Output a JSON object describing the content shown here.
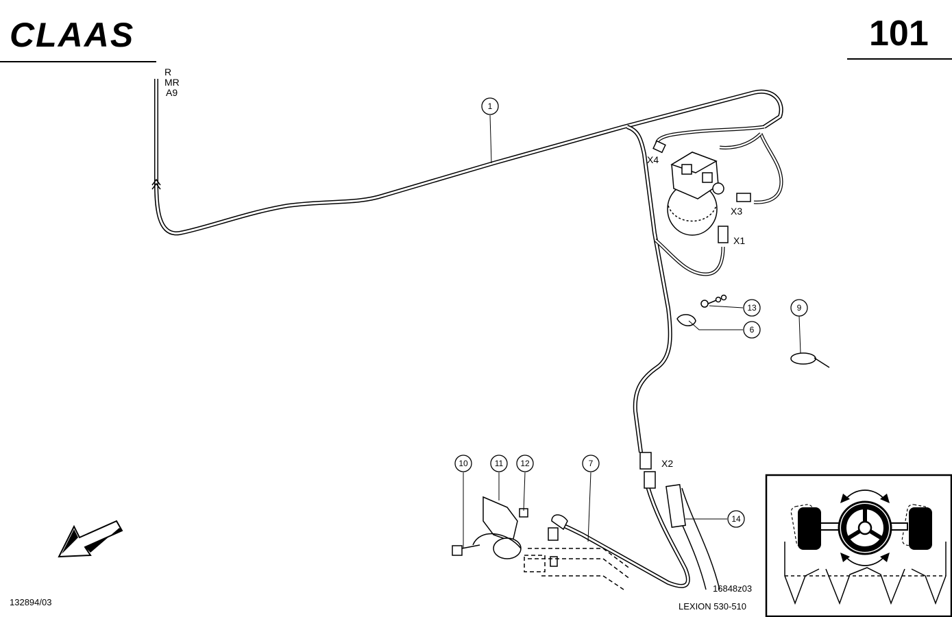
{
  "header": {
    "brand": "CLAAS",
    "page_number": "101"
  },
  "cable_end_labels": [
    "R",
    "MR",
    "A9"
  ],
  "connectors": {
    "x1": "X1",
    "x2": "X2",
    "x3": "X3",
    "x4": "X4"
  },
  "callouts": {
    "c1": "1",
    "c6": "6",
    "c7": "7",
    "c9": "9",
    "c10": "10",
    "c11": "11",
    "c12": "12",
    "c13": "13",
    "c14": "14"
  },
  "footer": {
    "left_ref": "132894/03",
    "drawing_ref": "16848z03",
    "model": "LEXION 530-510"
  },
  "icons": [
    "direction-arrow-icon",
    "steering-wheel-icon"
  ]
}
